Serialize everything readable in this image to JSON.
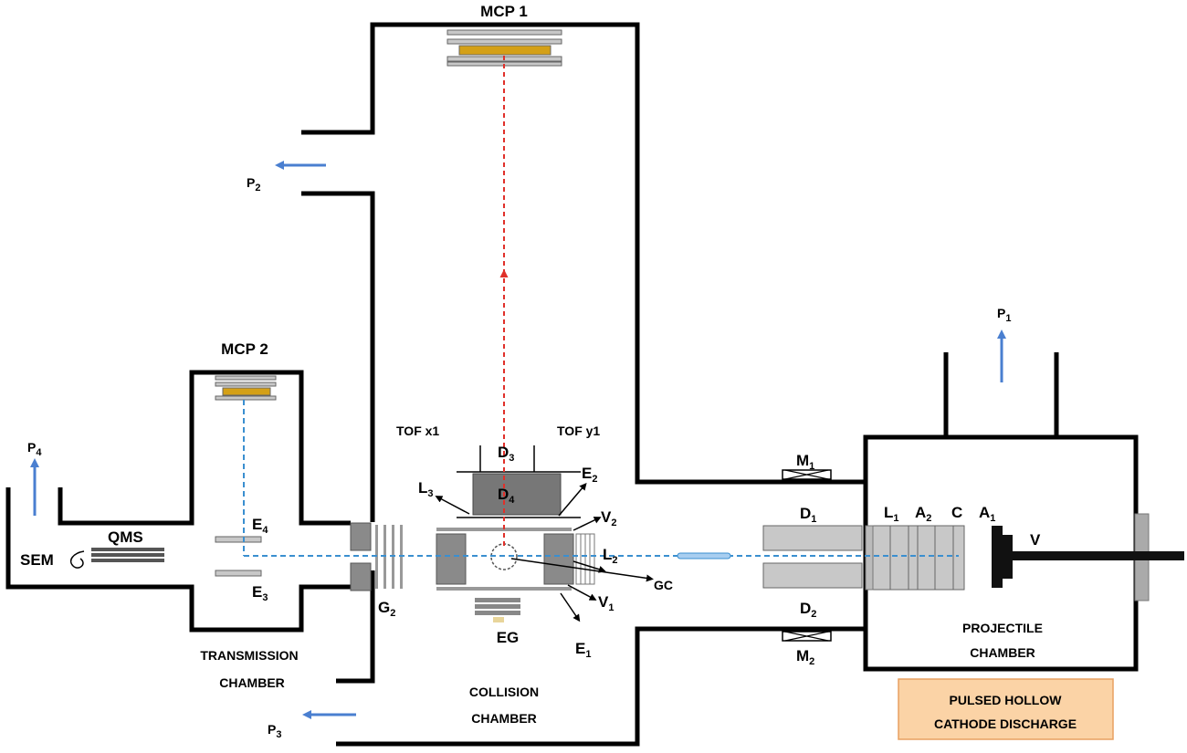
{
  "detectors": {
    "mcp1": "MCP 1",
    "mcp2": "MCP 2",
    "qms": "QMS",
    "sem": "SEM",
    "eg": "EG",
    "gc": "GC",
    "tof_x1": "TOF x1",
    "tof_y1": "TOF y1",
    "v": "V",
    "c": "C"
  },
  "pumps": {
    "p1": {
      "base": "P",
      "sub": "1"
    },
    "p2": {
      "base": "P",
      "sub": "2"
    },
    "p3": {
      "base": "P",
      "sub": "3"
    },
    "p4": {
      "base": "P",
      "sub": "4"
    }
  },
  "electrodes": {
    "d1": {
      "base": "D",
      "sub": "1"
    },
    "d2": {
      "base": "D",
      "sub": "2"
    },
    "d3": {
      "base": "D",
      "sub": "3"
    },
    "d4": {
      "base": "D",
      "sub": "4"
    },
    "e1": {
      "base": "E",
      "sub": "1"
    },
    "e2": {
      "base": "E",
      "sub": "2"
    },
    "e3": {
      "base": "E",
      "sub": "3"
    },
    "e4": {
      "base": "E",
      "sub": "4"
    },
    "l1": {
      "base": "L",
      "sub": "1"
    },
    "l2": {
      "base": "L",
      "sub": "2"
    },
    "l3": {
      "base": "L",
      "sub": "3"
    },
    "v1": {
      "base": "V",
      "sub": "1"
    },
    "v2": {
      "base": "V",
      "sub": "2"
    },
    "a1": {
      "base": "A",
      "sub": "1"
    },
    "a2": {
      "base": "A",
      "sub": "2"
    },
    "m1": {
      "base": "M",
      "sub": "1"
    },
    "m2": {
      "base": "M",
      "sub": "2"
    },
    "g2": {
      "base": "G",
      "sub": "2"
    }
  },
  "chambers": {
    "transmission": [
      "TRANSMISSION",
      "CHAMBER"
    ],
    "collision": [
      "COLLISION",
      "CHAMBER"
    ],
    "projectile": [
      "PROJECTILE",
      "CHAMBER"
    ]
  },
  "source_box": {
    "line1": "PULSED HOLLOW",
    "line2": "CATHODE DISCHARGE",
    "fill": "#fbd3a6",
    "border": "#e8a060"
  },
  "colors": {
    "ion_beam": "#3a8fd0",
    "fragment_path": "#e0302a",
    "pump_arrow": "#4a7fd0",
    "mcp_active": "#d4a017"
  }
}
